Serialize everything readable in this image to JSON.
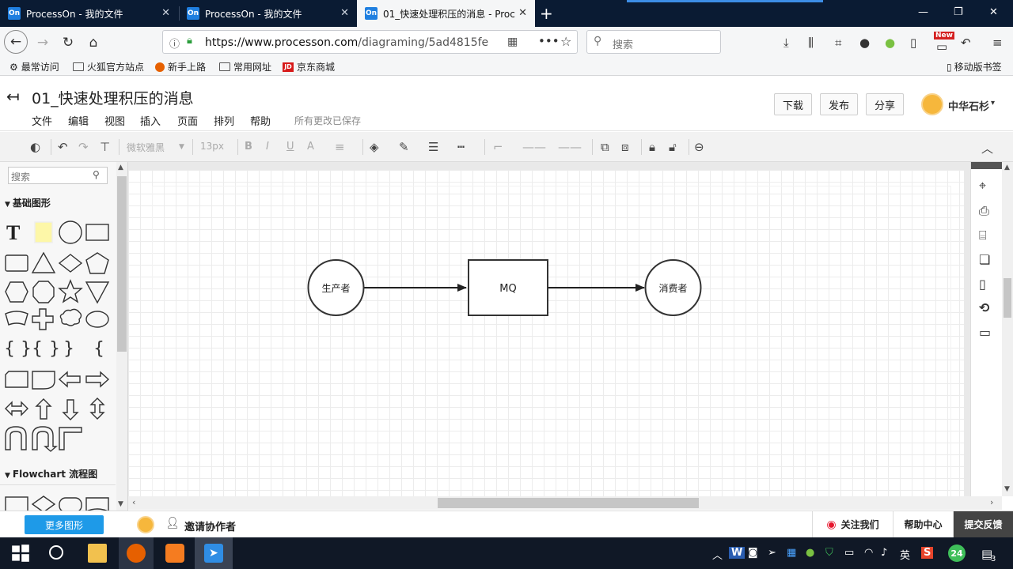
{
  "browser": {
    "tabs": [
      {
        "favicon": "On",
        "title": "ProcessOn - 我的文件",
        "active": false
      },
      {
        "favicon": "On",
        "title": "ProcessOn - 我的文件",
        "active": false
      },
      {
        "favicon": "On",
        "title": "01_快速处理积压的消息 - Proc",
        "active": true
      }
    ],
    "url_host": "https://www.processon.com",
    "url_path": "/diagraming/5ad4815fe",
    "search_placeholder": "搜索",
    "new_badge": "New",
    "bookmarks": [
      "最常访问",
      "火狐官方站点",
      "新手上路",
      "常用网址",
      "京东商城"
    ],
    "mobile_bookmarks": "移动版书签"
  },
  "app": {
    "doc_title": "01_快速处理积压的消息",
    "menu": [
      "文件",
      "编辑",
      "视图",
      "插入",
      "页面",
      "排列",
      "帮助"
    ],
    "save_status": "所有更改已保存",
    "header_buttons": {
      "download": "下载",
      "publish": "发布",
      "share": "分享"
    },
    "user_name": "中华石杉",
    "toolbar": {
      "font": "微软雅黑",
      "size": "13px"
    }
  },
  "sidebar": {
    "search_placeholder": "搜索",
    "section_basic": "基础图形",
    "section_flowchart": "Flowchart 流程图",
    "more_shapes": "更多图形"
  },
  "diagram": {
    "nodes": [
      {
        "id": "producer",
        "shape": "circle",
        "label": "生产者"
      },
      {
        "id": "mq",
        "shape": "rectangle",
        "label": "MQ"
      },
      {
        "id": "consumer",
        "shape": "circle",
        "label": "消费者"
      }
    ],
    "edges": [
      {
        "from": "producer",
        "to": "mq"
      },
      {
        "from": "mq",
        "to": "consumer"
      }
    ]
  },
  "bottombar": {
    "invite": "邀请协作者",
    "follow": "关注我们",
    "help": "帮助中心",
    "feedback": "提交反馈"
  },
  "taskbar": {
    "ime": "英",
    "badge": "24",
    "notif": "3"
  }
}
